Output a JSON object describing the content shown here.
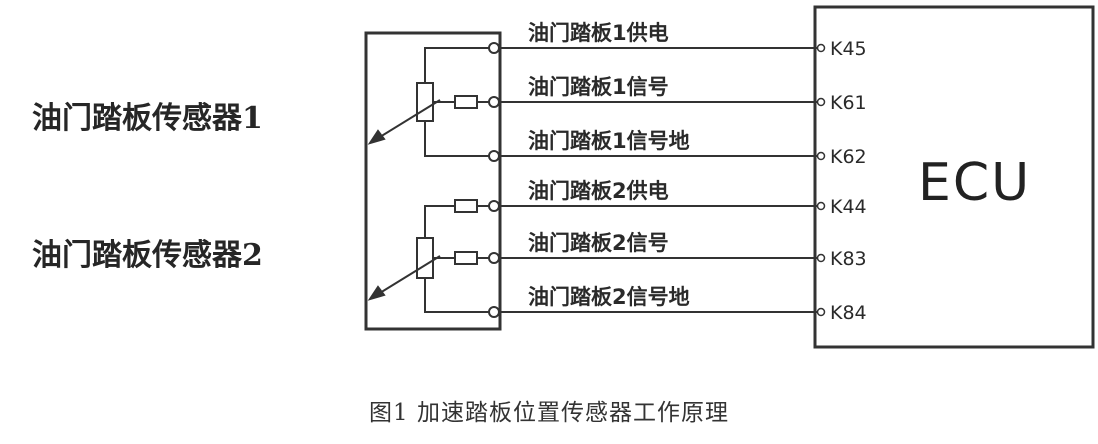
{
  "sensors": {
    "sensor1": "油门踏板传感器1",
    "sensor2": "油门踏板传感器2"
  },
  "wires": [
    {
      "label": "油门踏板1供电",
      "pin": "K45"
    },
    {
      "label": "油门踏板1信号",
      "pin": "K61"
    },
    {
      "label": "油门踏板1信号地",
      "pin": "K62"
    },
    {
      "label": "油门踏板2供电",
      "pin": "K44"
    },
    {
      "label": "油门踏板2信号",
      "pin": "K83"
    },
    {
      "label": "油门踏板2信号地",
      "pin": "K84"
    }
  ],
  "ecu": {
    "label": "ECU"
  },
  "caption": "图1  加速踏板位置传感器工作原理"
}
